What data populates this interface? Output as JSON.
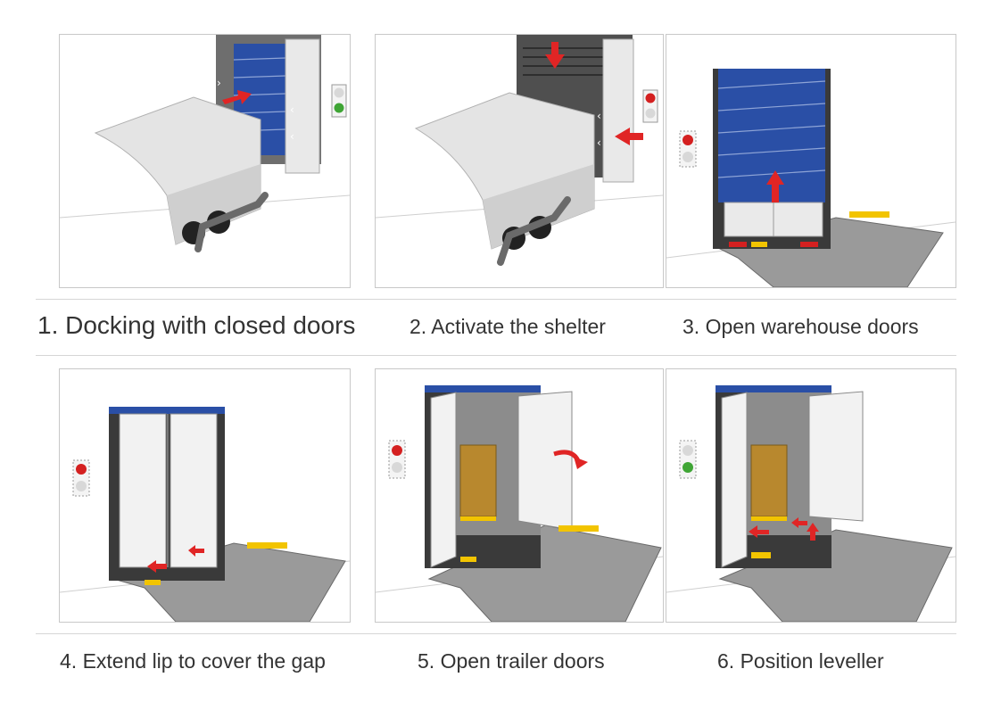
{
  "captions": [
    "1. Docking with closed doors",
    "2. Activate the shelter",
    "3. Open warehouse doors",
    "4. Extend lip to cover the gap",
    "5. Open trailer doors",
    "6.  Position leveller"
  ],
  "colors": {
    "door_blue": "#2a4fa6",
    "signal_red": "#d42020",
    "signal_green": "#3fa535",
    "arrow_red": "#e02525",
    "cargo": "#b8882e",
    "platform": "#9a9a9a",
    "hazard_yellow": "#f2c400"
  }
}
